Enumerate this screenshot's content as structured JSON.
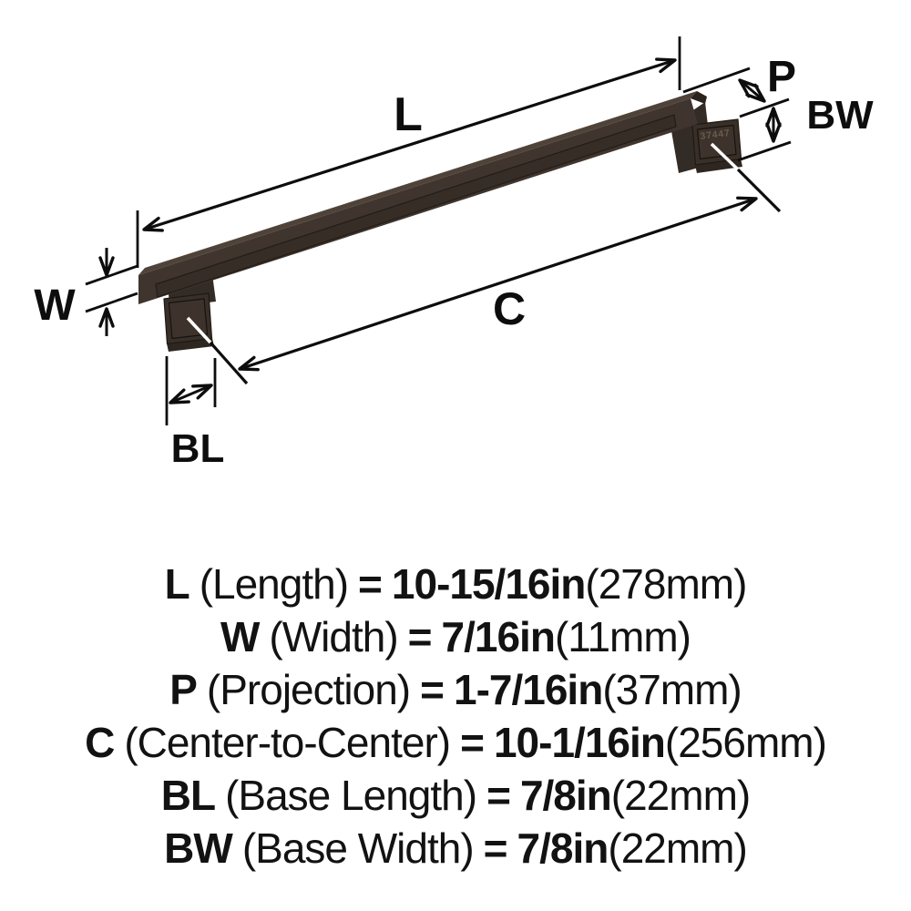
{
  "diagram": {
    "part_number": "37447",
    "labels": {
      "l": "L",
      "p": "P",
      "bw": "BW",
      "w": "W",
      "c": "C",
      "bl": "BL"
    },
    "colors": {
      "dimension_line": "#0d0d0d",
      "bar_front": "#3f352e",
      "bar_top": "#4f4339",
      "bar_panel": "#362d27",
      "arm": "#332b25",
      "plate": "#382f29",
      "plate_inner": "#3d332c",
      "leader_on_plate": "#ffffff",
      "background": "#ffffff"
    }
  },
  "specs": {
    "equals": "=",
    "rows": [
      {
        "symbol": "L",
        "name": "(Length)",
        "value": "10-15/16in",
        "metric": "(278mm)"
      },
      {
        "symbol": "W",
        "name": "(Width)",
        "value": "7/16in",
        "metric": "(11mm)"
      },
      {
        "symbol": "P",
        "name": "(Projection)",
        "value": "1-7/16in",
        "metric": "(37mm)"
      },
      {
        "symbol": "C",
        "name": "(Center-to-Center)",
        "value": "10-1/16in",
        "metric": "(256mm)"
      },
      {
        "symbol": "BL",
        "name": "(Base Length)",
        "value": "7/8in",
        "metric": "(22mm)"
      },
      {
        "symbol": "BW",
        "name": "(Base Width)",
        "value": "7/8in",
        "metric": "(22mm)"
      }
    ]
  }
}
